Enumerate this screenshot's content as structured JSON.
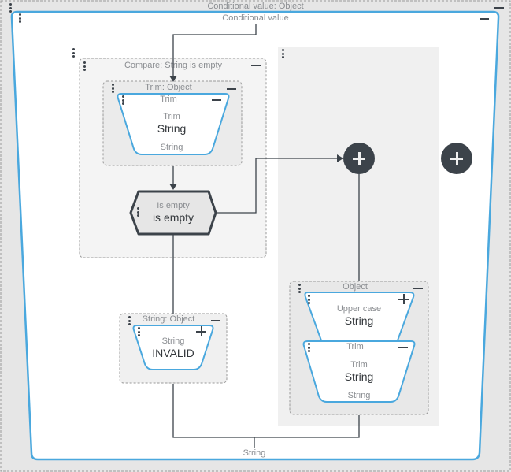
{
  "outer": {
    "title": "Conditional value: Object"
  },
  "conditional": {
    "title": "Conditional value",
    "output_label": "String"
  },
  "compare": {
    "title": "Compare: String is empty"
  },
  "trim_group": {
    "title": "Trim: Object"
  },
  "trim_block": {
    "header": "Trim",
    "subtitle": "Trim",
    "value": "String",
    "output": "String"
  },
  "is_empty": {
    "subtitle": "Is empty",
    "value": "is empty"
  },
  "string_group": {
    "title": "String: Object"
  },
  "string_block": {
    "subtitle": "String",
    "value": "INVALID"
  },
  "object_group": {
    "title": "Object"
  },
  "upper_block": {
    "subtitle": "Upper case",
    "value": "String"
  },
  "trim_block2": {
    "header": "Trim",
    "subtitle": "Trim",
    "value": "String",
    "output": "String"
  },
  "colors": {
    "accent": "#4aa8de",
    "node_dark": "#3c434a",
    "label_gray": "#8a8d91"
  }
}
